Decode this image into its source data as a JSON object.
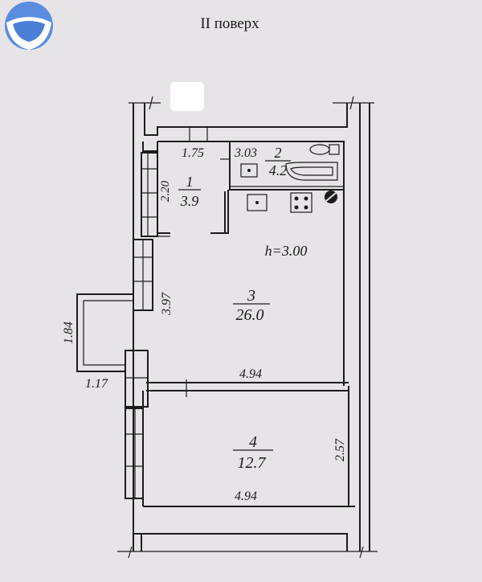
{
  "title": "II поверх",
  "logo": {
    "name": "blue half-sphere logo",
    "color": "#4a7fd8"
  },
  "ceiling_height": "h=3.00",
  "rooms": [
    {
      "number": "1",
      "area": "3.9"
    },
    {
      "number": "2",
      "area": "4.2"
    },
    {
      "number": "3",
      "area": "26.0"
    },
    {
      "number": "4",
      "area": "12.7"
    }
  ],
  "dimensions": {
    "corridor_width": "1.75",
    "bath_width": "3.03",
    "corridor_length": "2.20",
    "room3_length": "3.97",
    "balcony_length": "1.84",
    "balcony_width": "1.17",
    "room3_width": "4.94",
    "room4_width": "4.94",
    "room4_length": "2.57"
  },
  "colors": {
    "background": "#e6e4e6",
    "ink": "#1c1c1c",
    "redaction": "#ffffff"
  }
}
